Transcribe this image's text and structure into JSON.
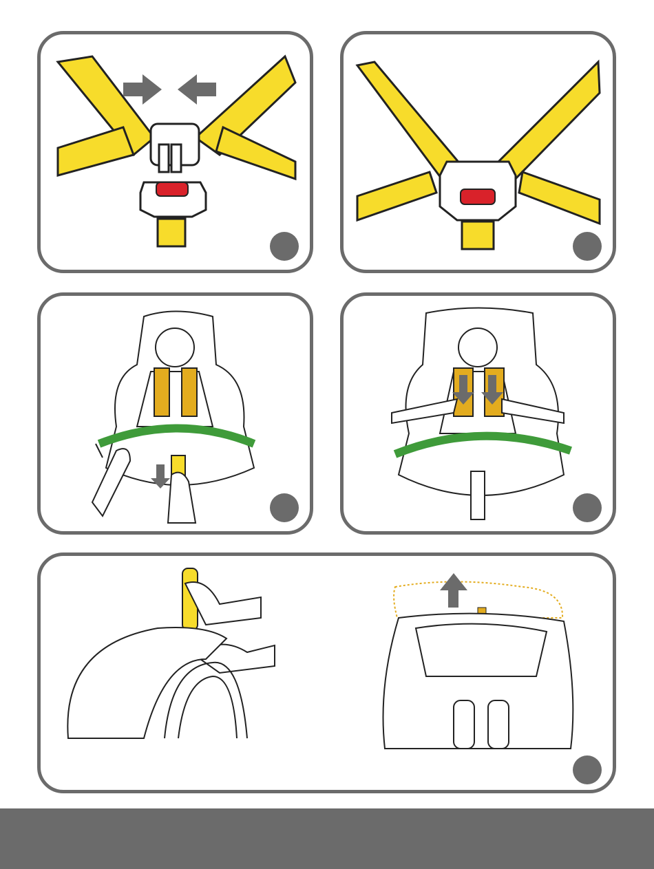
{
  "colors": {
    "strap_yellow": "#f7dc2b",
    "strap_dark_yellow": "#e3ac1f",
    "belt_green": "#3f9b3a",
    "buckle_red": "#d9222a",
    "panel_border": "#6b6b6b",
    "arrow_gray": "#6b6b6b",
    "footer": "#6b6b6b"
  },
  "panels": [
    {
      "id": "buckle-tongues-insert",
      "icons": [
        "harness-strap-icon",
        "buckle-tongue-icon",
        "push-arrow-icon",
        "buckle-icon"
      ]
    },
    {
      "id": "buckle-locked",
      "icons": [
        "harness-strap-icon",
        "buckle-icon"
      ]
    },
    {
      "id": "pull-adjuster-strap",
      "icons": [
        "child-in-seat-icon",
        "hand-icon",
        "pull-down-arrow-icon"
      ]
    },
    {
      "id": "check-shoulder-pads",
      "icons": [
        "child-in-seat-icon",
        "hand-icon",
        "down-arrow-icon"
      ]
    },
    {
      "id": "adjust-headrest-height",
      "icons": [
        "headrest-handle-icon",
        "hand-icon",
        "up-arrow-icon",
        "down-arrow-icon"
      ]
    }
  ]
}
